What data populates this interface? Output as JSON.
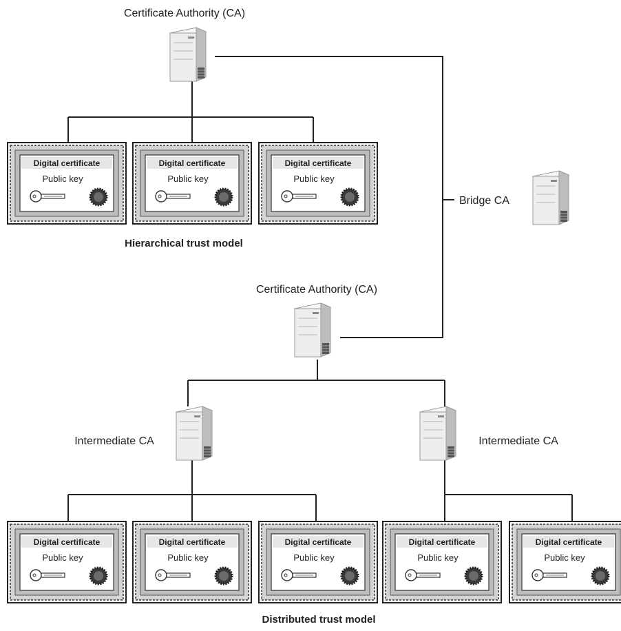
{
  "labels": {
    "top_ca": "Certificate Authority (CA)",
    "bridge_ca": "Bridge CA",
    "middle_ca": "Certificate Authority (CA)",
    "intermediate_left": "Intermediate CA",
    "intermediate_right": "Intermediate CA",
    "hierarchical_caption": "Hierarchical trust model",
    "distributed_caption": "Distributed trust model"
  },
  "certificate": {
    "title": "Digital certificate",
    "key_label": "Public key"
  },
  "colors": {
    "line": "#222222",
    "frame_bg": "#d4d4d4",
    "card_bg": "#ffffff",
    "server_body": "#f0f0f0",
    "server_side": "#bdbdbd"
  },
  "icons": {
    "server": "server-icon",
    "key": "key-icon",
    "seal": "seal-icon"
  }
}
